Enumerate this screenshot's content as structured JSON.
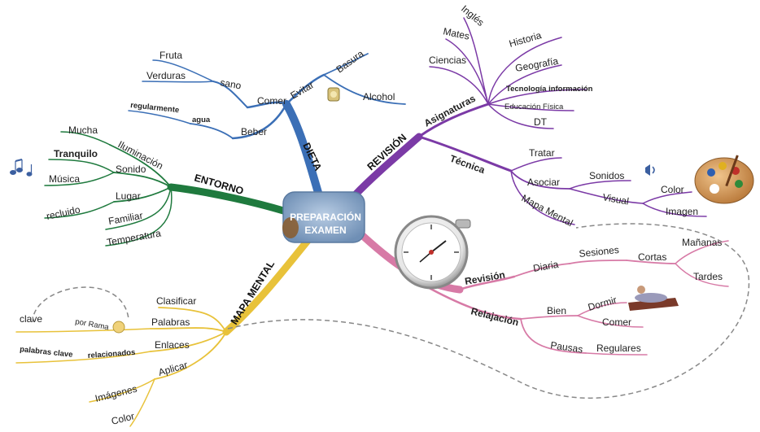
{
  "center": {
    "line1": "PREPARACIÓN",
    "line2": "EXAMEN"
  },
  "branches": {
    "dieta": {
      "title": "DIETA",
      "color": "#3b6fb6",
      "comer": "Comer",
      "sano": "sano",
      "fruta": "Fruta",
      "verduras": "Verduras",
      "evitar": "Evitar",
      "basura": "Basura",
      "alcohol": "Alcohol",
      "beber": "Beber",
      "agua": "agua",
      "regularmente": "regularmente"
    },
    "revision": {
      "title": "REVISIÓN",
      "color": "Color",
      "asignaturas": "Asignaturas",
      "subjects": [
        "Inglés",
        "Mates",
        "Ciencias",
        "Historia",
        "Geografía",
        "Tecnología información",
        "Educación Física",
        "DT"
      ],
      "tecnica": "Técnica",
      "tratar": "Tratar",
      "asociar": "Asociar",
      "sonidos": "Sonidos",
      "visual": "Visual",
      "imagen": "Imagen",
      "mapa_mental": "Mapa Mental"
    },
    "entorno": {
      "title": "ENTORNO",
      "color": "#1f7a3e",
      "mucha": "Mucha",
      "iluminacion": "Iluminación",
      "tranquilo": "Tranquilo",
      "sonido": "Sonido",
      "musica": "Música",
      "lugar": "Lugar",
      "recluido": "recluido",
      "familiar": "Familiar",
      "temperatura": "Temperatura"
    },
    "revision2": {
      "color": "#d77aa6",
      "revision": "Revisión",
      "diaria": "Diaria",
      "sesiones": "Sesiones",
      "cortas": "Cortas",
      "mananas": "Mañanas",
      "tardes": "Tardes",
      "relajacion": "Relajación",
      "bien": "Bien",
      "dormir": "Dormir",
      "comer": "Comer",
      "pausas": "Pausas",
      "regulares": "Regulares"
    },
    "mapa_mental": {
      "title": "MAPA MENTAL",
      "color": "#e8c23a",
      "clasificar": "Clasificar",
      "palabras": "Palabras",
      "clave": "clave",
      "por_rama": "por Rama",
      "enlaces": "Enlaces",
      "palabras_clave": "palabras clave",
      "relacionados": "relacionados",
      "aplicar": "Aplicar",
      "imagenes": "Imágenes",
      "color_word": "Color"
    }
  },
  "icons": [
    "center-icon",
    "apple-icon",
    "music-notes-icon",
    "speaker-icon",
    "palette-icon",
    "stopwatch-icon",
    "bed-icon",
    "medal-icon"
  ]
}
